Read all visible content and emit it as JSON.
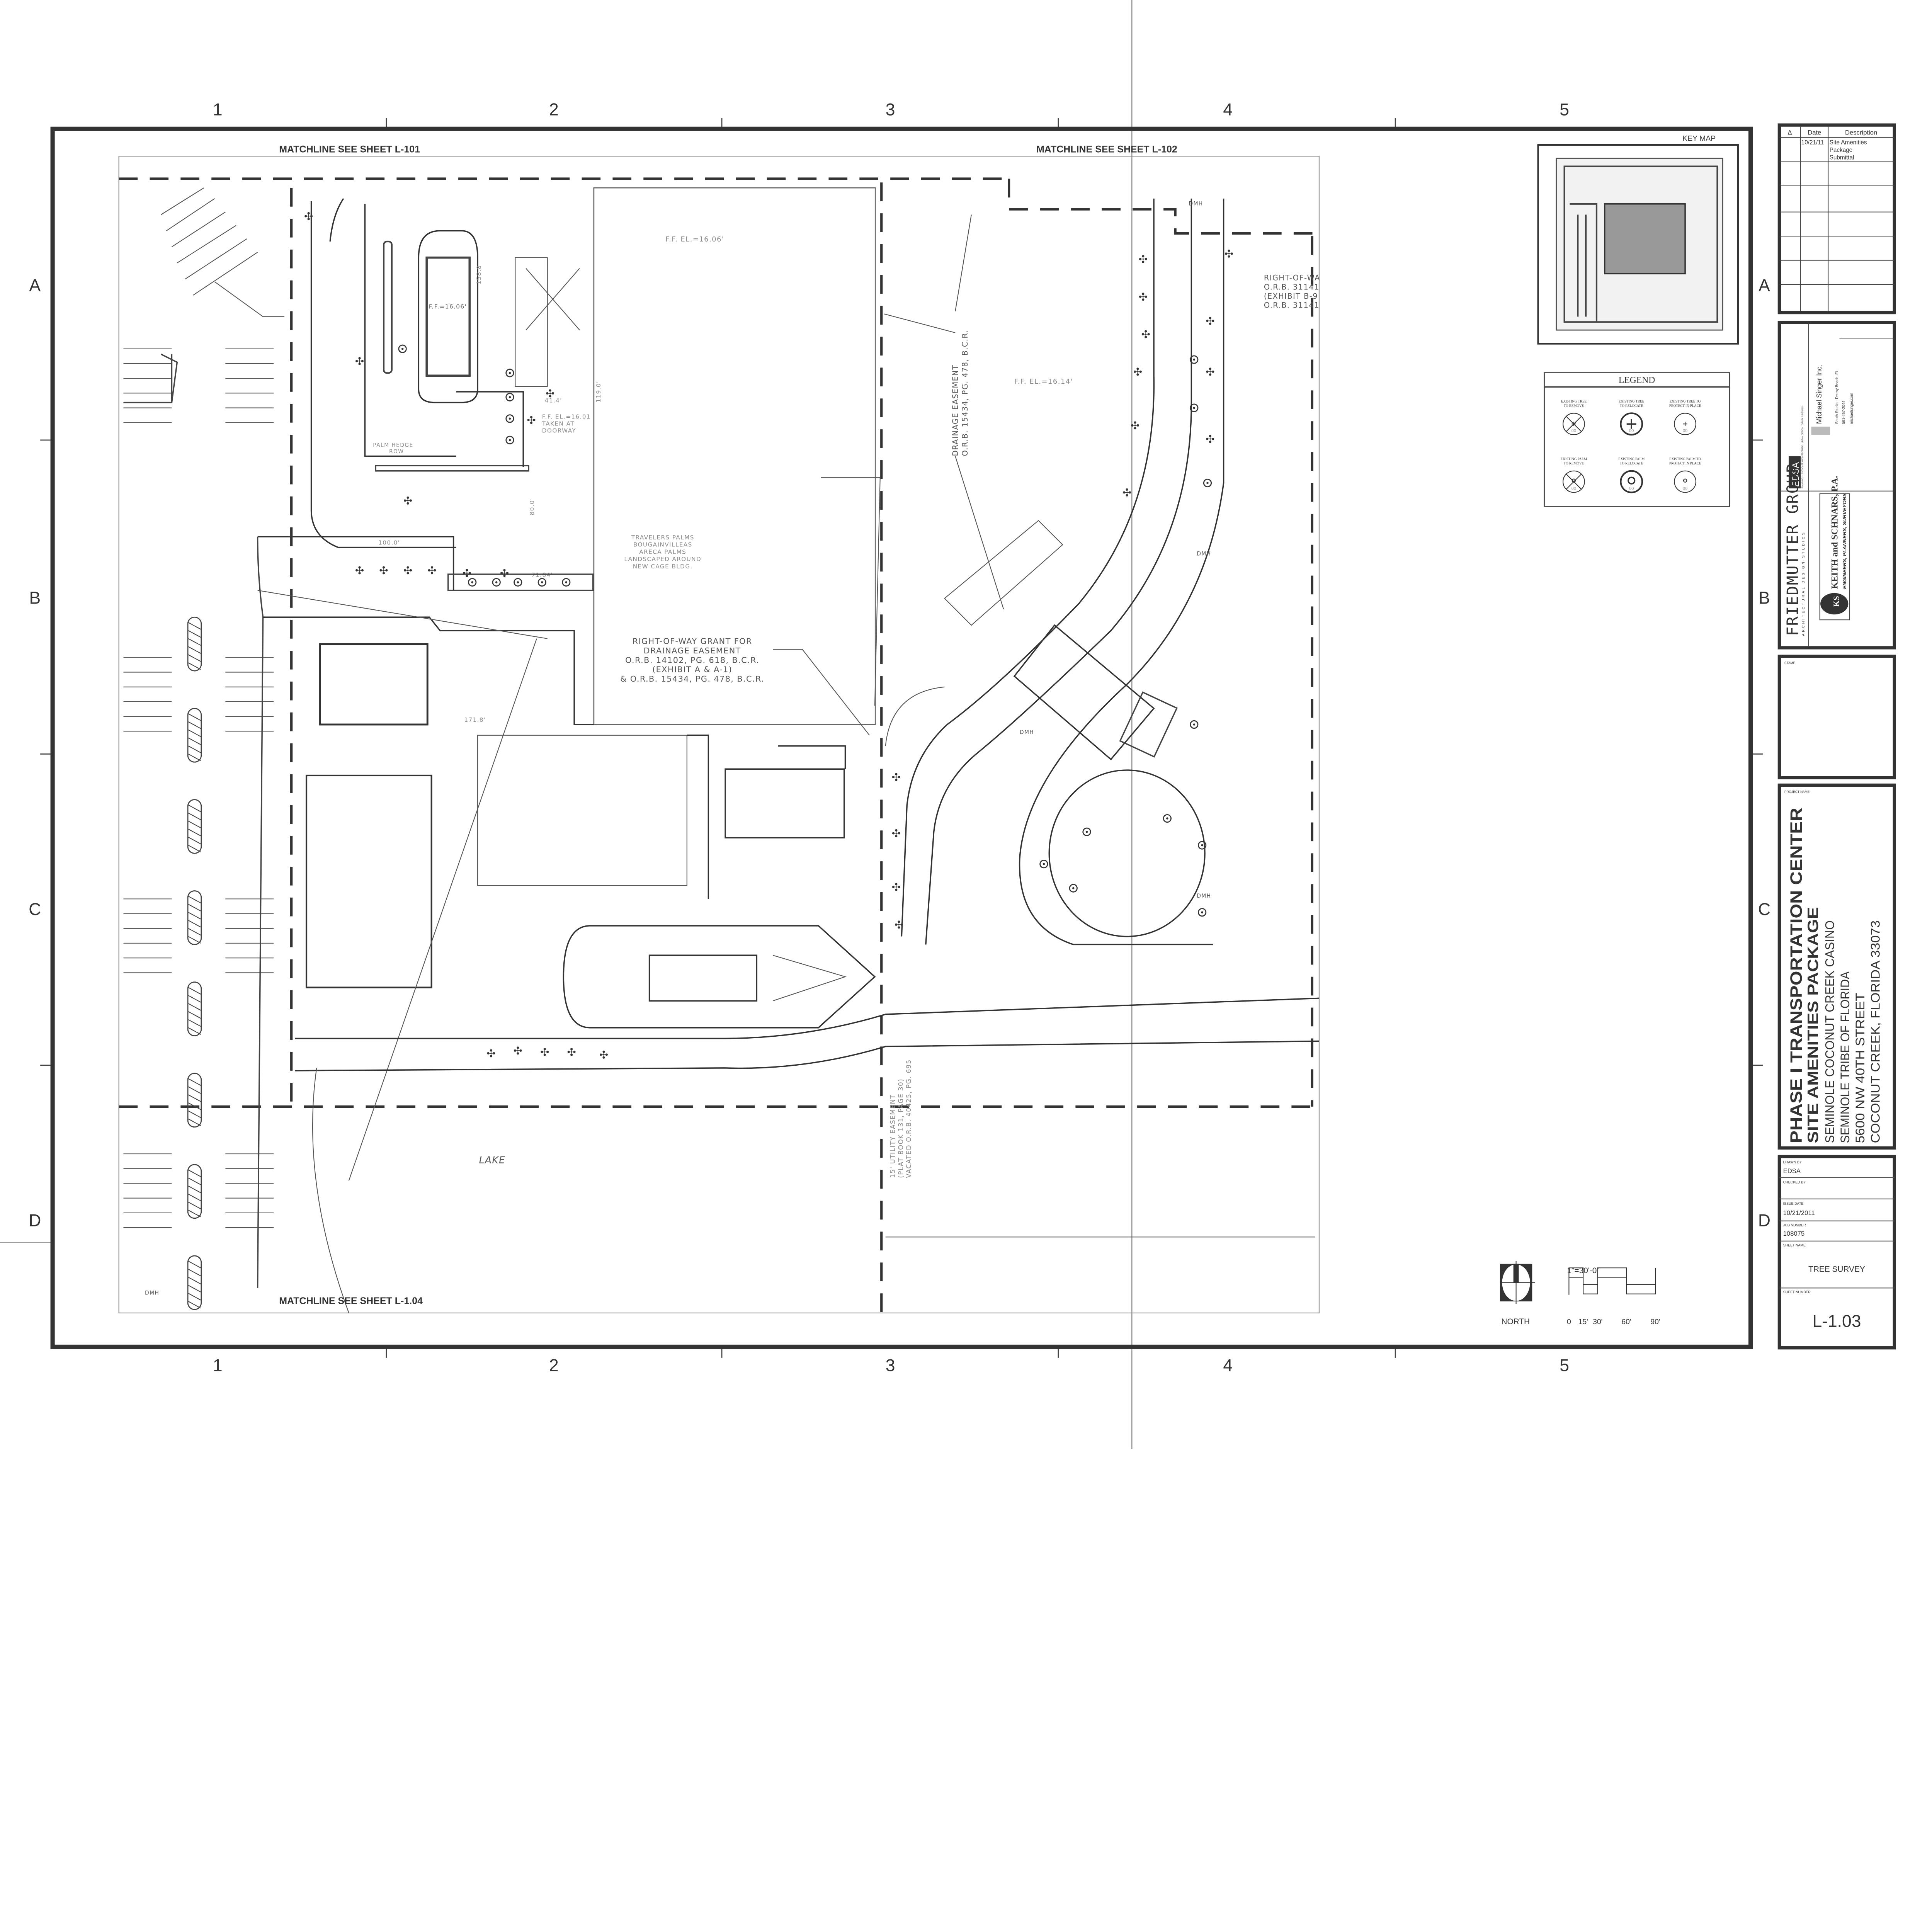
{
  "grid": {
    "columns": [
      "1",
      "2",
      "3",
      "4",
      "5"
    ],
    "rows": [
      "A",
      "B",
      "C",
      "D"
    ]
  },
  "matchlines": {
    "top_left": "MATCHLINE SEE SHEET L-101",
    "top_right": "MATCHLINE SEE SHEET L-102",
    "bottom": "MATCHLINE SEE SHEET L-1.04"
  },
  "plan_notes": {
    "ff_building_north": "F.F.=16.06'",
    "ff_el_north": "F.F. EL.=16.06'",
    "ff_el_east": "F.F. EL.=16.14'",
    "ff_el_doorway": [
      "F.F. EL.=16.01",
      "TAKEN AT",
      "DOORWAY"
    ],
    "palm_hedge": [
      "PALM HEDGE",
      "ROW"
    ],
    "dims": [
      "158.8'",
      "119.0'",
      "41.4'",
      "80.0'",
      "100.0'",
      "71.84'",
      "171.8'"
    ],
    "drainage_easement": [
      "DRAINAGE EASEMENT",
      "O.R.B. 15434, PG. 478, B.C.R."
    ],
    "landscape_note": [
      "TRAVELERS PALMS",
      "BOUGAINVILLEAS",
      "ARECA PALMS",
      "LANDSCAPED AROUND",
      "NEW CAGE BLDG."
    ],
    "row_grant": [
      "RIGHT-OF-WAY GRANT FOR",
      "DRAINAGE EASEMENT",
      "O.R.B. 14102, PG. 618, B.C.R.",
      "(EXHIBIT A & A-1)",
      "& O.R.B. 15434, PG. 478, B.C.R."
    ],
    "row_east": [
      "RIGHT-OF-WA",
      "O.R.B. 31141",
      "(EXHIBIT B-9",
      "O.R.B. 31141"
    ],
    "utility_easement": [
      "15' UTILITY EASEMENT",
      "(PLAT BOOK 131, PAGE 30)",
      "VACATED O.R.B. 40425, PG. 695"
    ],
    "lake": "LAKE",
    "dmh": "DMH"
  },
  "key_map": {
    "title": "KEY MAP"
  },
  "legend": {
    "title": "LEGEND",
    "items": [
      {
        "label": [
          "EXISTING TREE",
          "TO REMOVE"
        ],
        "symbol": "tree-remove"
      },
      {
        "label": [
          "EXISTING TREE",
          "TO RELOCATE"
        ],
        "symbol": "tree-relocate"
      },
      {
        "label": [
          "EXISTING TREE TO",
          "PROTECT IN PLACE"
        ],
        "symbol": "tree-protect"
      },
      {
        "label": [
          "EXISTING PALM",
          "TO REMOVE"
        ],
        "symbol": "palm-remove"
      },
      {
        "label": [
          "EXISTING PALM",
          "TO RELOCATE"
        ],
        "symbol": "palm-relocate"
      },
      {
        "label": [
          "EXISTING PALM TO",
          "PROTECT IN PLACE"
        ],
        "symbol": "palm-protect"
      }
    ],
    "symbol_tag": "00"
  },
  "scale": {
    "text": "1\"=30'-0\"",
    "north": "NORTH",
    "ticks": [
      "0",
      "15'",
      "30'",
      "60'",
      "90'"
    ]
  },
  "title_block": {
    "revisions": {
      "headers": [
        "Δ",
        "Date",
        "Description"
      ],
      "rows": [
        {
          "date": "10/21/11",
          "description": [
            "Site Amenities",
            "Package",
            "Submittal"
          ]
        }
      ]
    },
    "firms": {
      "edsa": "EDSA",
      "edsa_tagline": "PLANNING · LANDSCAPE ARCHITECTURE · URBAN DESIGN · GRAPHIC DESIGN",
      "singer": [
        "Michael Singer Inc.",
        "South Studio - Delray Beach, FL",
        "561-267-2044",
        "michaelsinger.com"
      ],
      "friedmutter": [
        "FRIEDMUTTER GROUP",
        "ARCHITECTURAL DESIGN STUDIOS"
      ],
      "keith": [
        "KEITH and SCHNARS, P.A.",
        "ENGINEERS, PLANNERS, SURVEYORS",
        "KS"
      ]
    },
    "stamp_label": "STAMP",
    "project_label": "PROJECT NAME",
    "project": [
      "PHASE I TRANSPORTATION CENTER",
      "SITE AMENITIES PACKAGE",
      "SEMINOLE COCONUT CREEK CASINO",
      "SEMINOLE TRIBE OF FLORIDA",
      "5600 NW 40TH STREET",
      "COCONUT CREEK, FLORIDA  33073"
    ],
    "drawn_by_label": "DRAWN BY",
    "drawn_by": "EDSA",
    "checked_by_label": "CHECKED BY",
    "checked_by": "",
    "issue_date_label": "ISSUE DATE",
    "issue_date": "10/21/2011",
    "job_number_label": "JOB NUMBER",
    "job_number": "108075",
    "sheet_name_label": "SHEET NAME",
    "sheet_name": "TREE SURVEY",
    "sheet_number_label": "SHEET NUMBER",
    "sheet_number": "L-1.03"
  }
}
